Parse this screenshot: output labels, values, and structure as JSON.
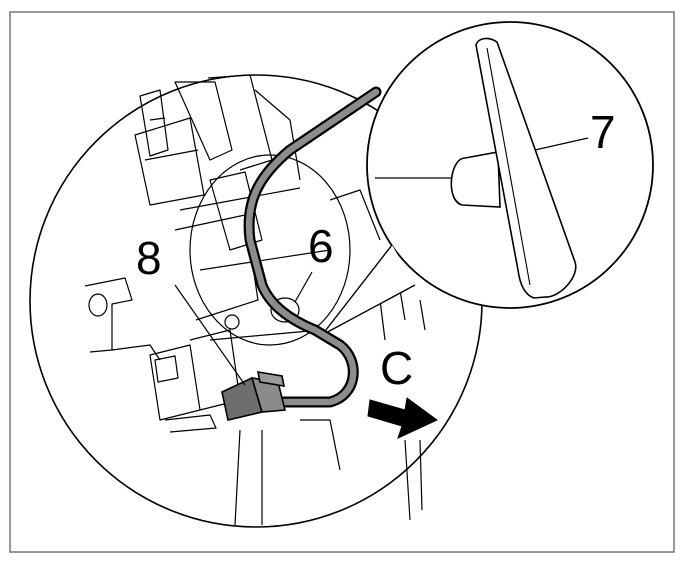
{
  "callouts": {
    "cable_label": "6",
    "pin_label": "7",
    "connector_label": "8",
    "direction_label": "C"
  },
  "colors": {
    "line": "#000000",
    "cable": "#8c8c8c",
    "connector": "#6e6e6e",
    "background": "#ffffff"
  }
}
